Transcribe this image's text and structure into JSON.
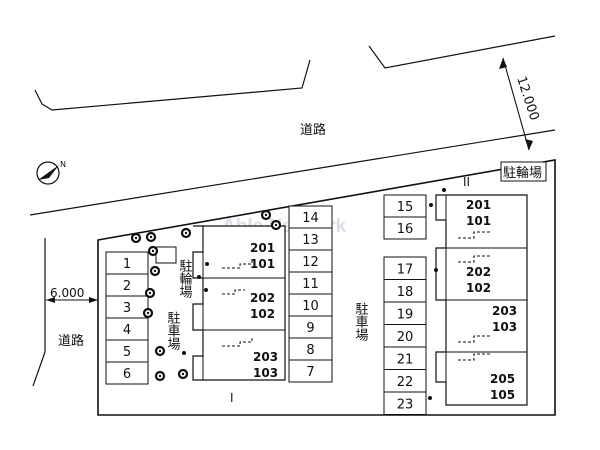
{
  "roads": {
    "main_label": "道路",
    "main_width": "12.000",
    "side_label": "道路",
    "side_width": "6.000"
  },
  "watermark": "Able NetWork",
  "compass": {
    "north": "N"
  },
  "bike_parking_labels": [
    "駐輪場",
    "駐輪場"
  ],
  "car_parking_labels": [
    "駐車場",
    "駐車場"
  ],
  "buildings": [
    {
      "name": "I",
      "units": [
        [
          "201",
          "101"
        ],
        [
          "202",
          "102"
        ],
        [
          "203",
          "103"
        ]
      ]
    },
    {
      "name": "II",
      "units": [
        [
          "201",
          "101"
        ],
        [
          "202",
          "102"
        ],
        [
          "203",
          "103"
        ],
        [
          "205",
          "105"
        ]
      ]
    }
  ],
  "parking_left": [
    "1",
    "2",
    "3",
    "4",
    "5",
    "6"
  ],
  "parking_middle": [
    "14",
    "13",
    "12",
    "11",
    "10",
    "9",
    "8",
    "7"
  ],
  "parking_right_top": [
    "15",
    "16"
  ],
  "parking_right": [
    "17",
    "18",
    "19",
    "20",
    "21",
    "22",
    "23"
  ]
}
